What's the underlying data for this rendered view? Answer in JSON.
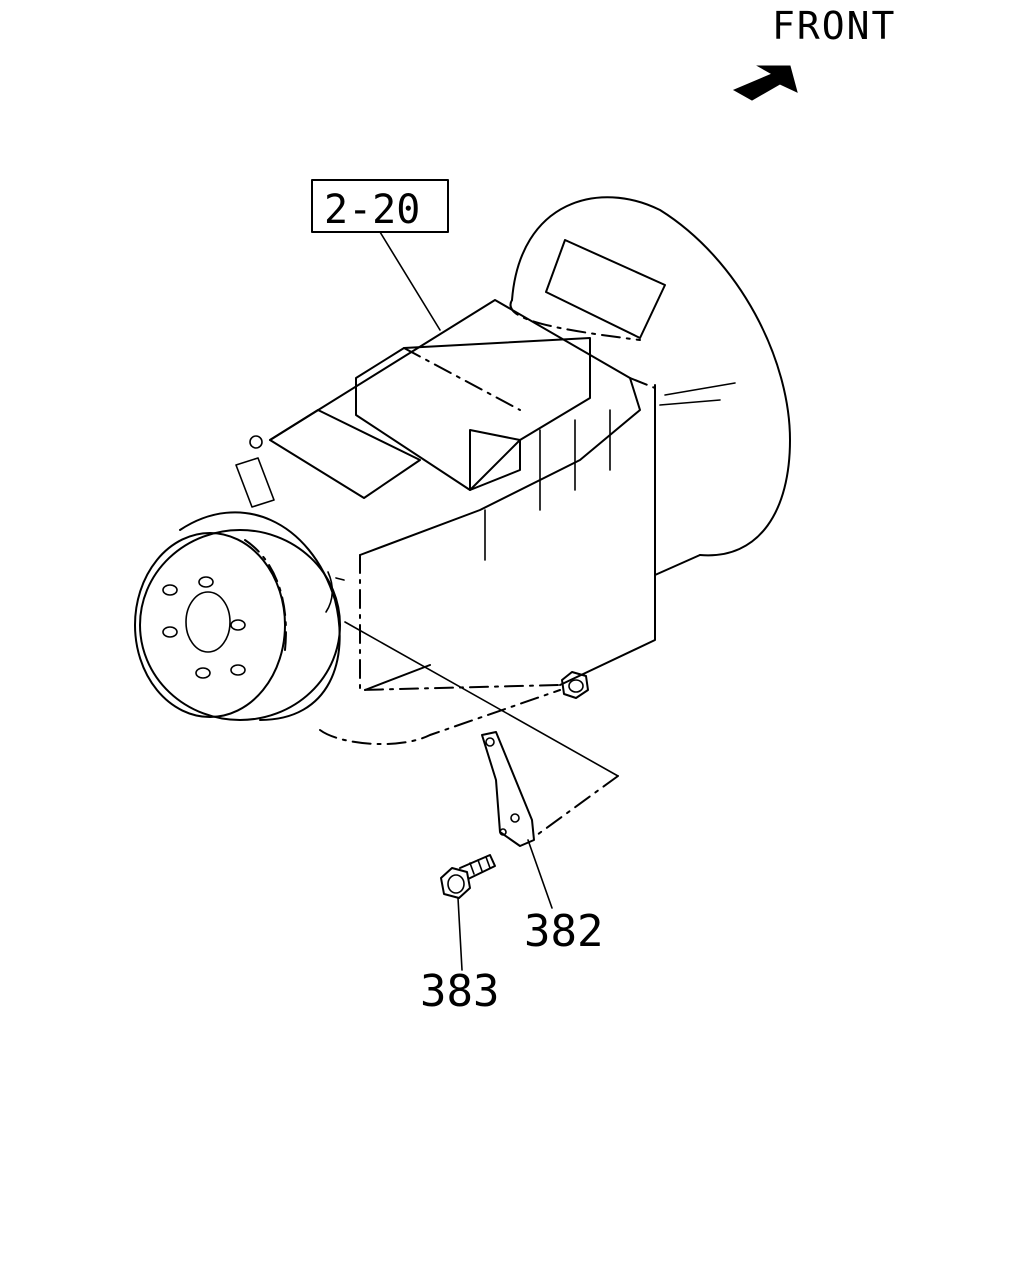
{
  "direction_label": "FRONT",
  "reference_box": "2-20",
  "callouts": [
    "382",
    "383"
  ],
  "icons": [
    "front-arrow-icon"
  ],
  "colors": {
    "ink": "#000000",
    "background": "#ffffff"
  }
}
